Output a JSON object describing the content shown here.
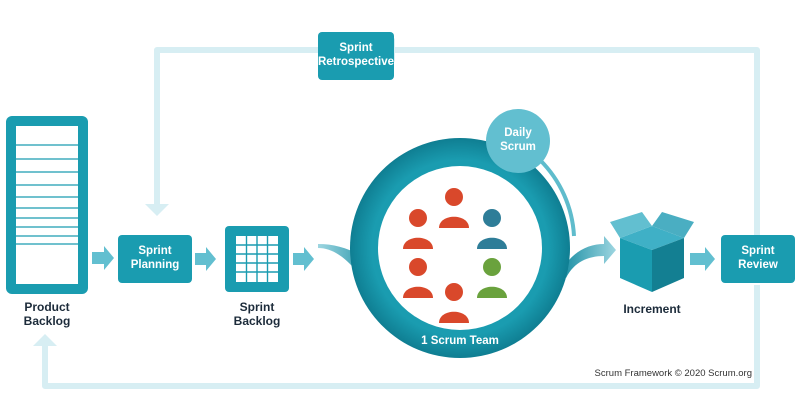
{
  "nodes": {
    "product_backlog": "Product\nBacklog",
    "sprint_planning": "Sprint\nPlanning",
    "sprint_backlog": "Sprint\nBacklog",
    "daily_scrum": "Daily\nScrum",
    "scrum_team": "1 Scrum Team",
    "increment": "Increment",
    "sprint_review": "Sprint\nReview",
    "sprint_retrospective": "Sprint\nRetrospective"
  },
  "credit": "Scrum Framework © 2020 Scrum.org",
  "colors": {
    "teal": "#1a9cb0",
    "teal_dark": "#11788a",
    "teal_light": "#62bfd0",
    "loop_line": "#d7eef3",
    "person_red": "#d9482b",
    "person_blue": "#2e7d98",
    "person_green": "#6aa23d"
  },
  "icons": [
    "product-backlog-list-icon",
    "sprint-backlog-grid-icon",
    "increment-box-icon",
    "person-icon"
  ]
}
